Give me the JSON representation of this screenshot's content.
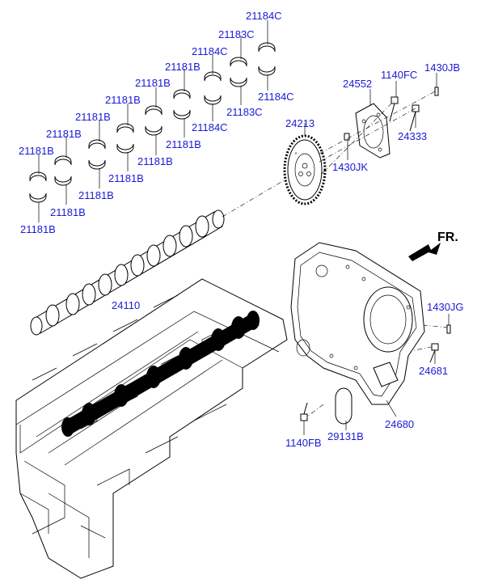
{
  "front_indicator": "FR.",
  "labels": {
    "shell_21184c_a": "21184C",
    "shell_21183c_a": "21183C",
    "shell_21184c_b": "21184C",
    "shell_21181b_1": "21181B",
    "shell_21181b_2": "21181B",
    "shell_21181b_3": "21181B",
    "shell_21181b_4": "21181B",
    "shell_21181b_5": "21181B",
    "shell_21181b_6": "21181B",
    "shell_21184c_c": "21184C",
    "shell_21183c_b": "21183C",
    "shell_21184c_d": "21184C",
    "shell_21181b_7": "21181B",
    "shell_21181b_8": "21181B",
    "shell_21181b_9": "21181B",
    "shell_21181b_10": "21181B",
    "shell_21181b_11": "21181B",
    "bolt_1140fc": "1140FC",
    "pin_1430jb": "1430JB",
    "plate_24552": "24552",
    "bolt_24333": "24333",
    "gear_24213": "24213",
    "key_1430jk": "1430JK",
    "camshaft_24110": "24110",
    "pin_1430jg": "1430JG",
    "bolt_24681": "24681",
    "cover_24680": "24680",
    "gasket_29131b": "29131B",
    "bolt_1140fb": "1140FB"
  }
}
